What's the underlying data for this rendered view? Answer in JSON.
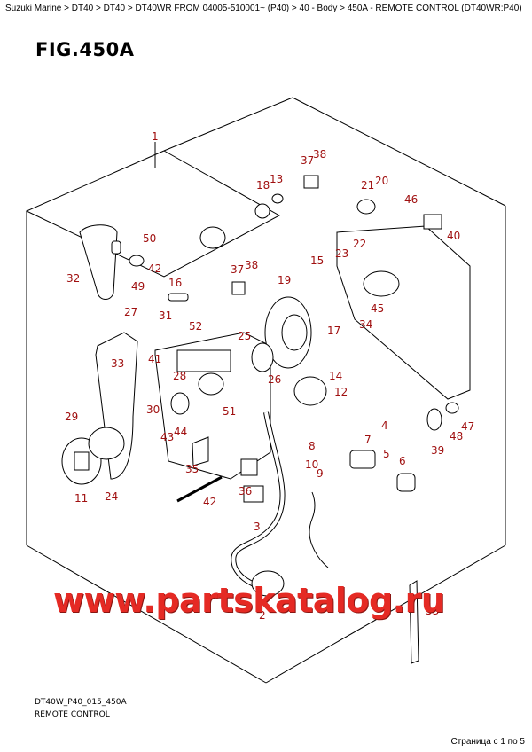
{
  "breadcrumb": "Suzuki Marine > DT40 > DT40 > DT40WR FROM 04005-510001~ (P40) > 40 - Body > 450A - REMOTE CONTROL (DT40WR:P40)",
  "figure": {
    "title": "FIG.450A",
    "code": "DT40W_P40_015_450A",
    "caption": "REMOTE CONTROL"
  },
  "watermark": "www.partskatalog.ru",
  "pager": "Страница с 1 по 5",
  "callouts": [
    "1",
    "2",
    "3",
    "4",
    "5",
    "6",
    "7",
    "8",
    "9",
    "10",
    "11",
    "12",
    "13",
    "14",
    "15",
    "16",
    "17",
    "18",
    "19",
    "20",
    "21",
    "22",
    "23",
    "24",
    "25",
    "26",
    "27",
    "28",
    "29",
    "30",
    "31",
    "32",
    "33",
    "34",
    "35",
    "36",
    "37",
    "37",
    "38",
    "38",
    "39",
    "40",
    "41",
    "42",
    "42",
    "43",
    "44",
    "45",
    "46",
    "47",
    "48",
    "49",
    "50",
    "51",
    "52",
    "53"
  ],
  "colors": {
    "callout": "#a01010",
    "watermark": "#e52a24",
    "line": "#000000"
  }
}
